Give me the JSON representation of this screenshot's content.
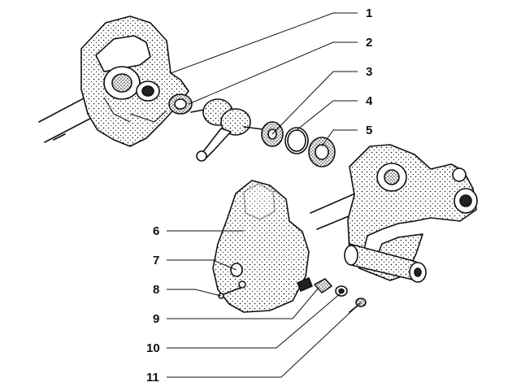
{
  "callouts": [
    {
      "id": "1",
      "label": "1",
      "part": "crankcase-half-left"
    },
    {
      "id": "2",
      "label": "2",
      "part": "bearing"
    },
    {
      "id": "3",
      "label": "3",
      "part": "thrust-washer"
    },
    {
      "id": "4",
      "label": "4",
      "part": "o-ring"
    },
    {
      "id": "5",
      "label": "5",
      "part": "ball-bearing"
    },
    {
      "id": "6",
      "label": "6",
      "part": "cooling-fan-cover"
    },
    {
      "id": "7",
      "label": "7",
      "part": "cover-plug"
    },
    {
      "id": "8",
      "label": "8",
      "part": "cover-screw"
    },
    {
      "id": "9",
      "label": "9",
      "part": "spacer-block"
    },
    {
      "id": "10",
      "label": "10",
      "part": "washer"
    },
    {
      "id": "11",
      "label": "11",
      "part": "screw"
    }
  ],
  "colors": {
    "line": "#111111",
    "background": "#ffffff",
    "shade": "#444444"
  }
}
